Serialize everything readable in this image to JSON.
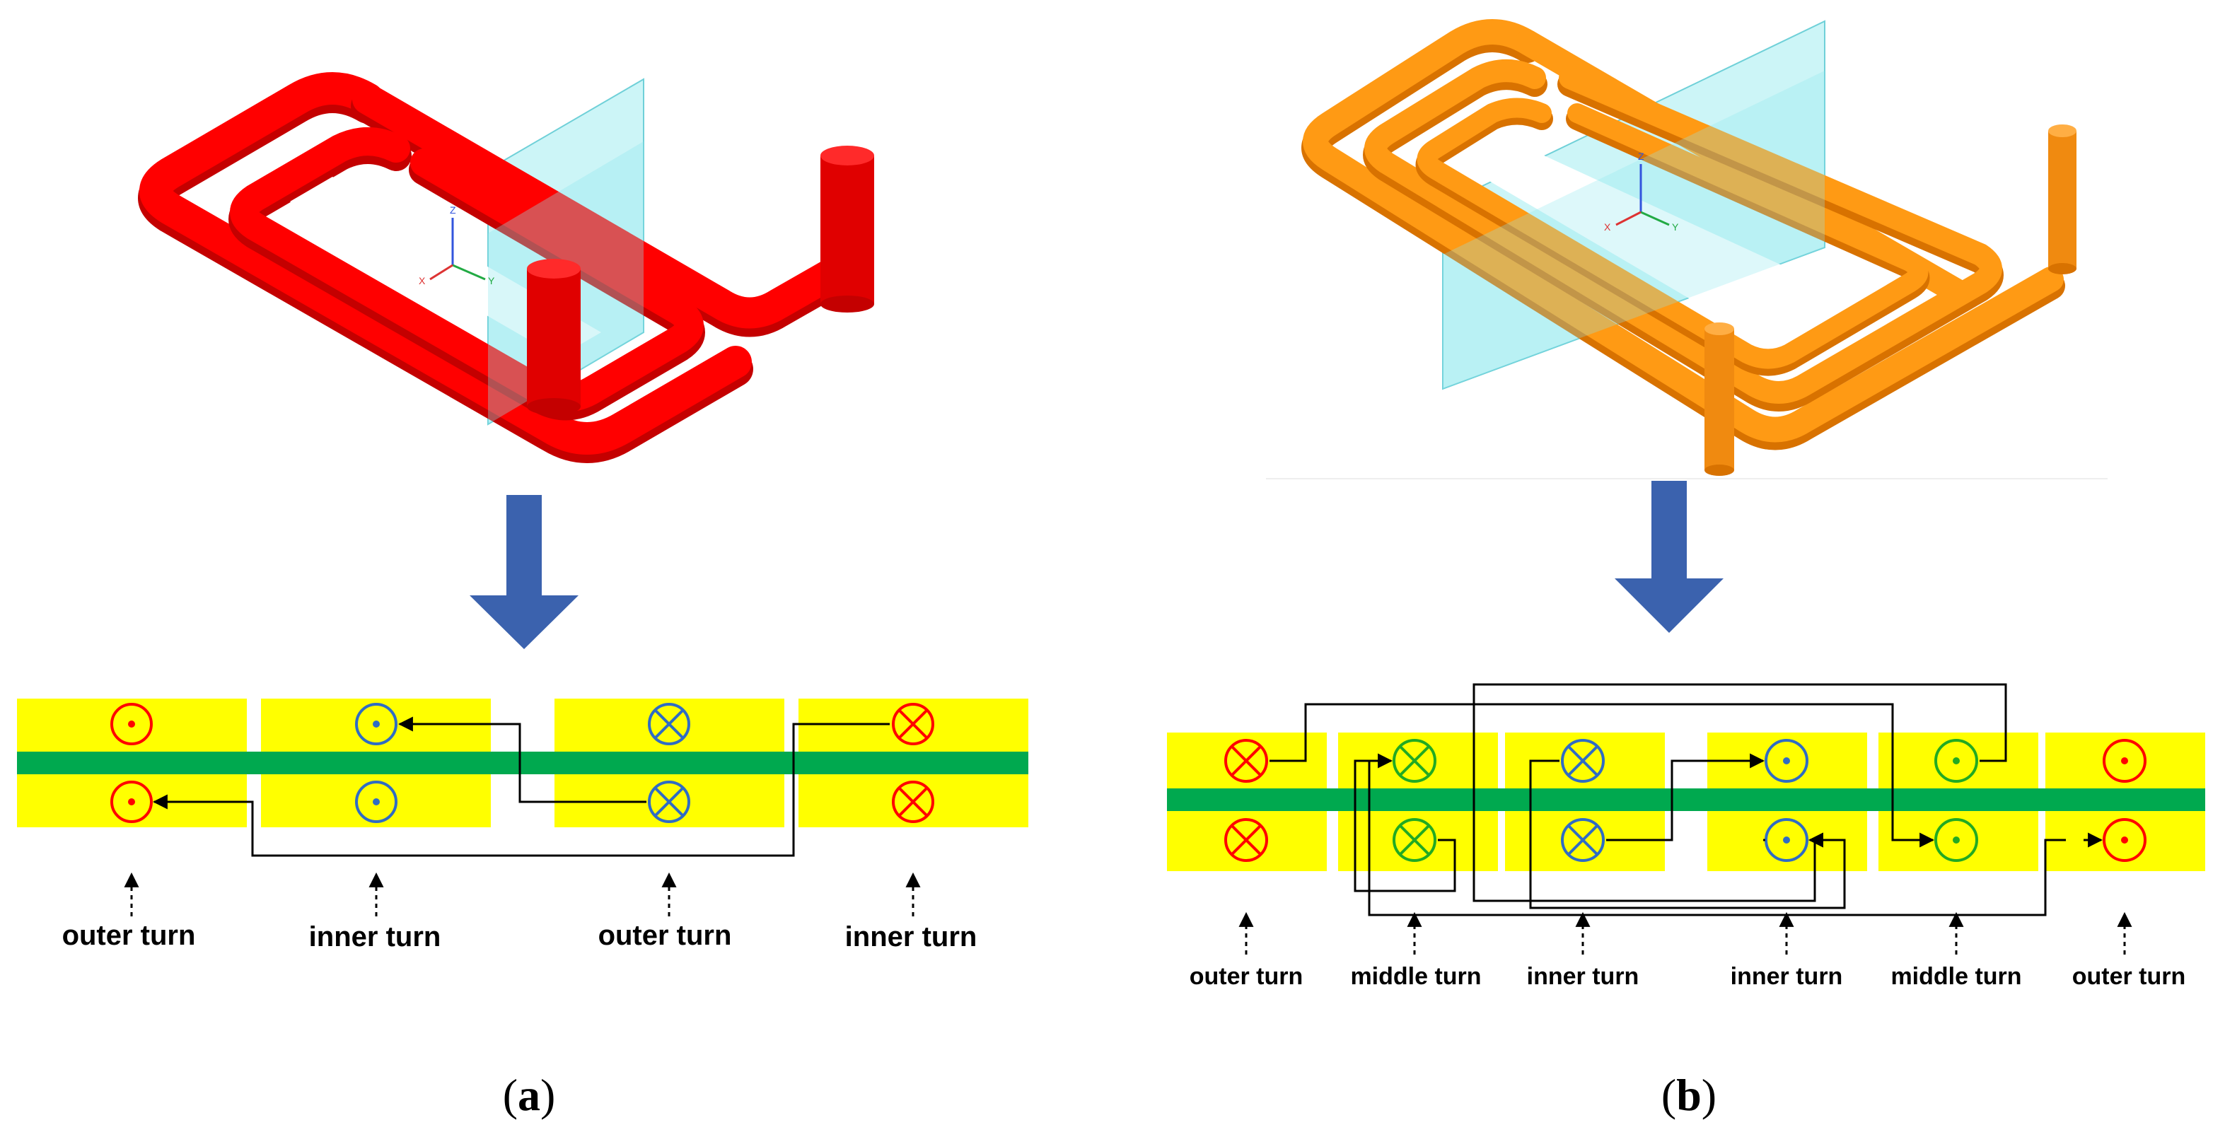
{
  "colors": {
    "coil_a": "#ff0000",
    "coil_a_shade": "#c40000",
    "coil_b": "#ff9a14",
    "coil_b_shade": "#d87200",
    "plane": "#8ee8ee",
    "arrow": "#3b62ae",
    "yellow": "#ffff00",
    "green": "#00a94f",
    "red": "#ff0000",
    "blue": "#2f6cc4",
    "green_symbol": "#22aa22"
  },
  "axes_glyphs": {
    "z": "Z",
    "y": "Y",
    "x": "X"
  },
  "panel_a": {
    "caption": {
      "open": "(",
      "letter": "a",
      "close": ")"
    },
    "labels": [
      "outer turn",
      "inner turn",
      "outer turn",
      "inner turn"
    ],
    "conductor_directions": [
      {
        "top": "out-of-page",
        "bottom": "out-of-page",
        "color": "red"
      },
      {
        "top": "out-of-page",
        "bottom": "out-of-page",
        "color": "blue"
      },
      {
        "top": "into-page",
        "bottom": "into-page",
        "color": "blue"
      },
      {
        "top": "into-page",
        "bottom": "into-page",
        "color": "red"
      }
    ]
  },
  "panel_b": {
    "caption": {
      "open": "(",
      "letter": "b",
      "close": ")"
    },
    "labels": [
      "outer turn",
      "middle turn",
      "inner turn",
      "inner turn",
      "middle turn",
      "outer turn"
    ],
    "conductor_directions": [
      {
        "top": "into-page",
        "bottom": "into-page",
        "color": "red"
      },
      {
        "top": "into-page",
        "bottom": "into-page",
        "color": "green"
      },
      {
        "top": "into-page",
        "bottom": "into-page",
        "color": "blue"
      },
      {
        "top": "out-of-page",
        "bottom": "out-of-page",
        "color": "blue"
      },
      {
        "top": "out-of-page",
        "bottom": "out-of-page",
        "color": "green"
      },
      {
        "top": "out-of-page",
        "bottom": "out-of-page",
        "color": "red"
      }
    ]
  }
}
